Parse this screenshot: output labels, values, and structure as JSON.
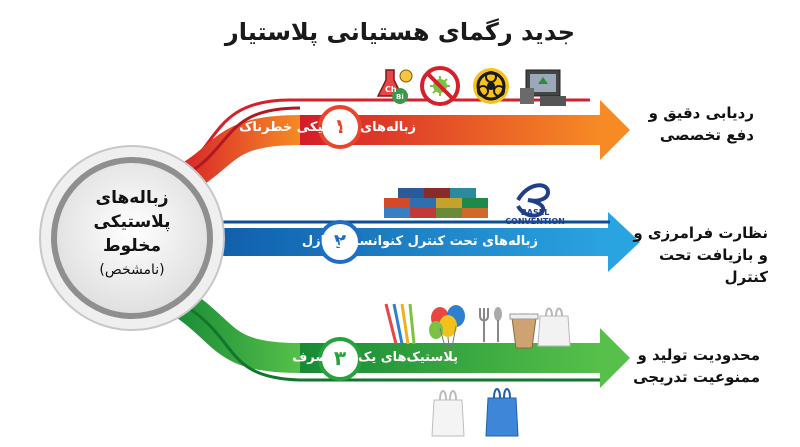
{
  "title": "جدید رگمای هستیانی پلاستیار",
  "hub": {
    "line1": "زباله‌های",
    "line2": "پلاستیکی مخلوط",
    "line3": "(نامشخص)"
  },
  "branches": [
    {
      "number": "۱",
      "label": "زباله‌های پلاستیکی خطرناک",
      "outcome_line1": "ردیابی دقیق و",
      "outcome_line2": "دفع تخصصی",
      "color": "#e9452a"
    },
    {
      "number": "۲",
      "label": "زباله‌های تحت کنترل کنوانسیون بازل",
      "outcome_line1": "نظارت فرامرزی و",
      "outcome_line2": "و بازیافت تحت کنترل",
      "color": "#1d6fc4"
    },
    {
      "number": "۳",
      "label": "پلاستیک‌های یک‌بار مصرف",
      "outcome_line1": "محدودیت تولید و",
      "outcome_line2": "ممنوعیت تدریجی",
      "color": "#26a23c"
    }
  ],
  "basel_logo_text": "BASEL CONVENTION",
  "chem_symbols": {
    "c": "Ch",
    "b": "Bi"
  },
  "icons": [
    "chemical-icon",
    "no-pathogen-icon",
    "biohazard-icon",
    "recycle-electronics-icon",
    "containers-icon",
    "basel-logo-icon",
    "straws-icon",
    "balloons-icon",
    "cutlery-icon",
    "cup-icon",
    "plastic-bag-icon"
  ]
}
